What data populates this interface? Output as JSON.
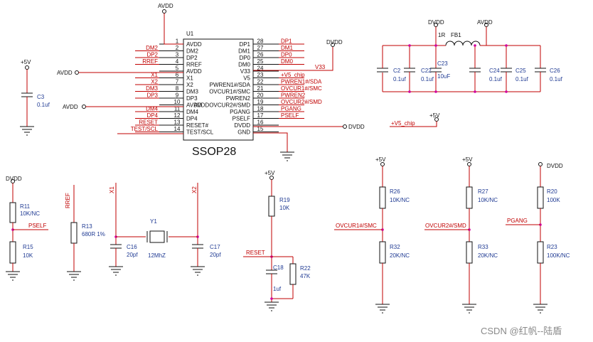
{
  "u1": {
    "ref": "U1",
    "package": "SSOP28",
    "pins": [
      {
        "n": "1",
        "name": "AVDD",
        "side": "L"
      },
      {
        "n": "2",
        "name": "DM2",
        "side": "L",
        "net": "DM2"
      },
      {
        "n": "3",
        "name": "DP2",
        "side": "L",
        "net": "DP2"
      },
      {
        "n": "4",
        "name": "RREF",
        "side": "L",
        "net": "RREF"
      },
      {
        "n": "5",
        "name": "AVDD",
        "side": "L"
      },
      {
        "n": "6",
        "name": "X1",
        "side": "L",
        "net": "X1"
      },
      {
        "n": "7",
        "name": "X2",
        "side": "L",
        "net": "X2"
      },
      {
        "n": "8",
        "name": "DM3",
        "side": "L",
        "net": "DM3"
      },
      {
        "n": "9",
        "name": "DP3",
        "side": "L",
        "net": "DP3"
      },
      {
        "n": "10",
        "name": "AVDD",
        "side": "L"
      },
      {
        "n": "11",
        "name": "DM4",
        "side": "L",
        "net": "DM4"
      },
      {
        "n": "12",
        "name": "DP4",
        "side": "L",
        "net": "DP4"
      },
      {
        "n": "13",
        "name": "RESET#",
        "side": "L",
        "net": "RESET"
      },
      {
        "n": "14",
        "name": "TEST/SCL",
        "side": "L",
        "net": "TEST/SCL"
      },
      {
        "n": "28",
        "name": "DP1",
        "side": "R",
        "net": "DP1"
      },
      {
        "n": "27",
        "name": "DM1",
        "side": "R",
        "net": "DM1"
      },
      {
        "n": "26",
        "name": "DP0",
        "side": "R",
        "net": "DP0"
      },
      {
        "n": "25",
        "name": "DM0",
        "side": "R",
        "net": "DM0"
      },
      {
        "n": "24",
        "name": "V33",
        "side": "R",
        "net": "V33"
      },
      {
        "n": "23",
        "name": "V5",
        "side": "R",
        "net": "+V5_chip"
      },
      {
        "n": "22",
        "name": "PWREN1#/SDA",
        "side": "R",
        "net": "PWREN1#/SDA"
      },
      {
        "n": "21",
        "name": "OVCUR1#/SMC",
        "side": "R",
        "net": "OVCUR1#/SMC"
      },
      {
        "n": "20",
        "name": "PWREN2",
        "side": "R",
        "net": "PWREN2"
      },
      {
        "n": "19",
        "name": "AVDDOVCUR2#/SMD",
        "side": "R",
        "net": "OVCUR2#/SMD"
      },
      {
        "n": "18",
        "name": "PGANG",
        "side": "R",
        "net": "PGANG"
      },
      {
        "n": "17",
        "name": "PSELF",
        "side": "R",
        "net": "PSELF"
      },
      {
        "n": "16",
        "name": "DVDD",
        "side": "R"
      },
      {
        "n": "15",
        "name": "GND",
        "side": "R"
      }
    ]
  },
  "nets": {
    "avdd": "AVDD",
    "dvdd": "DVDD",
    "p5v": "+5V",
    "v33": "V33",
    "v5chip": "+V5_chip",
    "v5chip_alt": "+V5_chip",
    "pself": "PSELF",
    "rref": "RREF",
    "x1": "X1",
    "x2": "X2",
    "reset": "RESET",
    "ovcur1": "OVCUR1#/SMC",
    "ovcur2": "OVCUR2#/SMD",
    "pgang": "PGANG"
  },
  "parts": {
    "c3": {
      "ref": "C3",
      "val": "0.1uf"
    },
    "r11": {
      "ref": "R11",
      "val": "10K/NC"
    },
    "r15": {
      "ref": "R15",
      "val": "10K"
    },
    "r13": {
      "ref": "R13",
      "val": "680R 1%"
    },
    "c16": {
      "ref": "C16",
      "val": "20pf"
    },
    "y1": {
      "ref": "Y1",
      "val": "12MhZ"
    },
    "c17": {
      "ref": "C17",
      "val": "20pf"
    },
    "r19": {
      "ref": "R19",
      "val": "10K"
    },
    "c18": {
      "ref": "C18",
      "val": "1uf"
    },
    "r22": {
      "ref": "R22",
      "val": "47K"
    },
    "r26": {
      "ref": "R26",
      "val": "10K/NC"
    },
    "r32": {
      "ref": "R32",
      "val": "20K/NC"
    },
    "r27": {
      "ref": "R27",
      "val": "10K/NC"
    },
    "r33": {
      "ref": "R33",
      "val": "20K/NC"
    },
    "r20": {
      "ref": "R20",
      "val": "100K"
    },
    "r23": {
      "ref": "R23",
      "val": "100K/NC"
    },
    "fb1": {
      "ref": "FB1",
      "val": "1R"
    },
    "c2": {
      "ref": "C2",
      "val": "0.1uf"
    },
    "c22": {
      "ref": "C22",
      "val": "0.1uf"
    },
    "c23": {
      "ref": "C23",
      "val": "10uF"
    },
    "c24": {
      "ref": "C24",
      "val": "0.1uf"
    },
    "c25": {
      "ref": "C25",
      "val": "0.1uf"
    },
    "c26": {
      "ref": "C26",
      "val": "0.1uf"
    }
  },
  "watermark": "CSDN @红帆--陆盾"
}
